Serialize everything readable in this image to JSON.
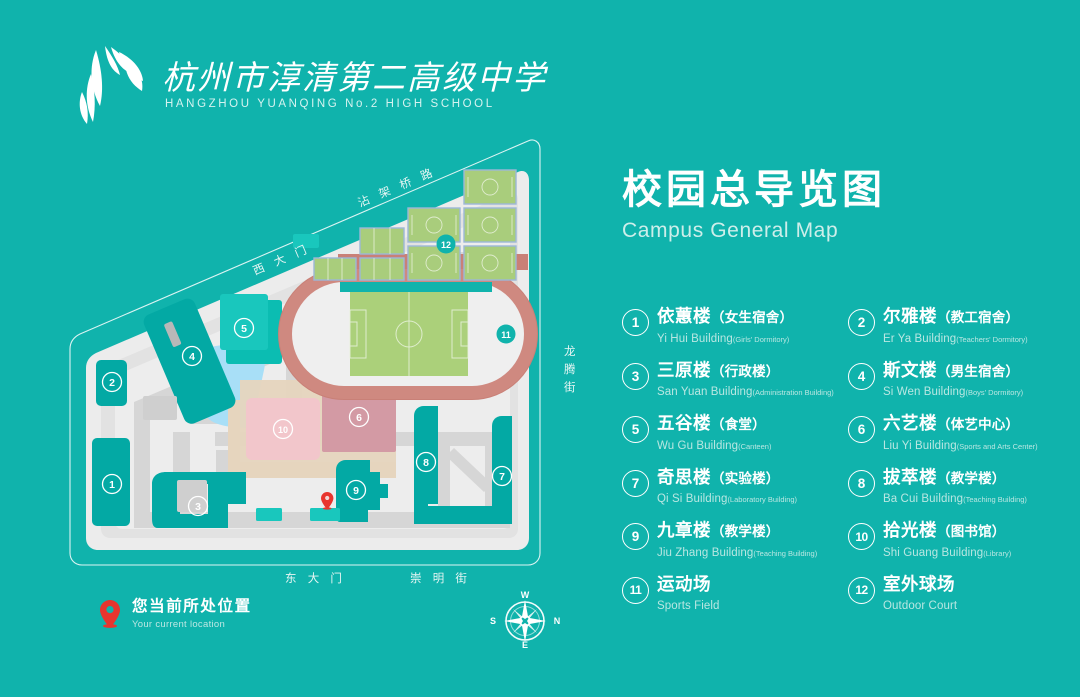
{
  "theme": {
    "background": "#10b3ac",
    "panel_text": "#ffffff",
    "sub_text": "#bde7e3",
    "marker": "#10b3ac",
    "pin": "#e8352e"
  },
  "brand": {
    "logo_icon": "ginkgo-leaf-logo",
    "name_cn": "杭州市淳清第二高级中学",
    "name_en": "HANGZHOU YUANQING No.2 HIGH SCHOOL"
  },
  "panel": {
    "title_cn": "校园总导览图",
    "title_en": "Campus General Map"
  },
  "legend": [
    {
      "num": "1",
      "cn_main": "依蕙楼",
      "cn_paren": "（女生宿舍）",
      "en_main": "Yi Hui Building",
      "en_paren": "(Girls' Dormitory)"
    },
    {
      "num": "2",
      "cn_main": "尔雅楼",
      "cn_paren": "（教工宿舍）",
      "en_main": "Er Ya Building",
      "en_paren": "(Teachers' Dormitory)"
    },
    {
      "num": "3",
      "cn_main": "三原楼",
      "cn_paren": "（行政楼）",
      "en_main": "San Yuan Building",
      "en_paren": "(Administration Building)"
    },
    {
      "num": "4",
      "cn_main": "斯文楼",
      "cn_paren": "（男生宿舍）",
      "en_main": "Si Wen Building",
      "en_paren": "(Boys' Dormitory)"
    },
    {
      "num": "5",
      "cn_main": "五谷楼",
      "cn_paren": "（食堂）",
      "en_main": "Wu Gu Building",
      "en_paren": "(Canteen)"
    },
    {
      "num": "6",
      "cn_main": "六艺楼",
      "cn_paren": "（体艺中心）",
      "en_main": "Liu Yi Building",
      "en_paren": "(Sports and Arts Center)"
    },
    {
      "num": "7",
      "cn_main": "奇思楼",
      "cn_paren": "（实验楼）",
      "en_main": "Qi Si Building",
      "en_paren": "(Laboratory Building)"
    },
    {
      "num": "8",
      "cn_main": "拔萃楼",
      "cn_paren": "（教学楼）",
      "en_main": "Ba Cui Building",
      "en_paren": "(Teaching Building)"
    },
    {
      "num": "9",
      "cn_main": "九章楼",
      "cn_paren": "（教学楼）",
      "en_main": "Jiu Zhang Building",
      "en_paren": "(Teaching Building)"
    },
    {
      "num": "10",
      "cn_main": "拾光楼",
      "cn_paren": "（图书馆）",
      "en_main": "Shi Guang Building",
      "en_paren": "(Library)"
    },
    {
      "num": "11",
      "cn_main": "运动场",
      "cn_paren": "",
      "en_main": "Sports Field",
      "en_paren": ""
    },
    {
      "num": "12",
      "cn_main": "室外球场",
      "cn_paren": "",
      "en_main": "Outdoor Court",
      "en_paren": ""
    }
  ],
  "current_location": {
    "icon": "map-pin-icon",
    "cn": "您当前所处位置",
    "en": "Your current location"
  },
  "compass": {
    "icon": "compass-rose-icon",
    "top": "W",
    "right": "N",
    "bottom": "E",
    "left": "S"
  },
  "map": {
    "streets": [
      {
        "id": "west-gate",
        "label": "西 大 门"
      },
      {
        "id": "zhanjiaqiao",
        "label": "沾 架 桥 路"
      },
      {
        "id": "longteng",
        "label": "龙腾街"
      },
      {
        "id": "east-gate",
        "label": "东 大 门"
      },
      {
        "id": "chongming",
        "label": "崇 明 街"
      }
    ],
    "markers": [
      {
        "num": "1"
      },
      {
        "num": "2"
      },
      {
        "num": "3"
      },
      {
        "num": "4"
      },
      {
        "num": "5"
      },
      {
        "num": "6"
      },
      {
        "num": "7"
      },
      {
        "num": "8"
      },
      {
        "num": "9"
      },
      {
        "num": "10"
      },
      {
        "num": "11"
      },
      {
        "num": "12"
      }
    ],
    "you_are_here_icon": "map-pin-icon"
  }
}
